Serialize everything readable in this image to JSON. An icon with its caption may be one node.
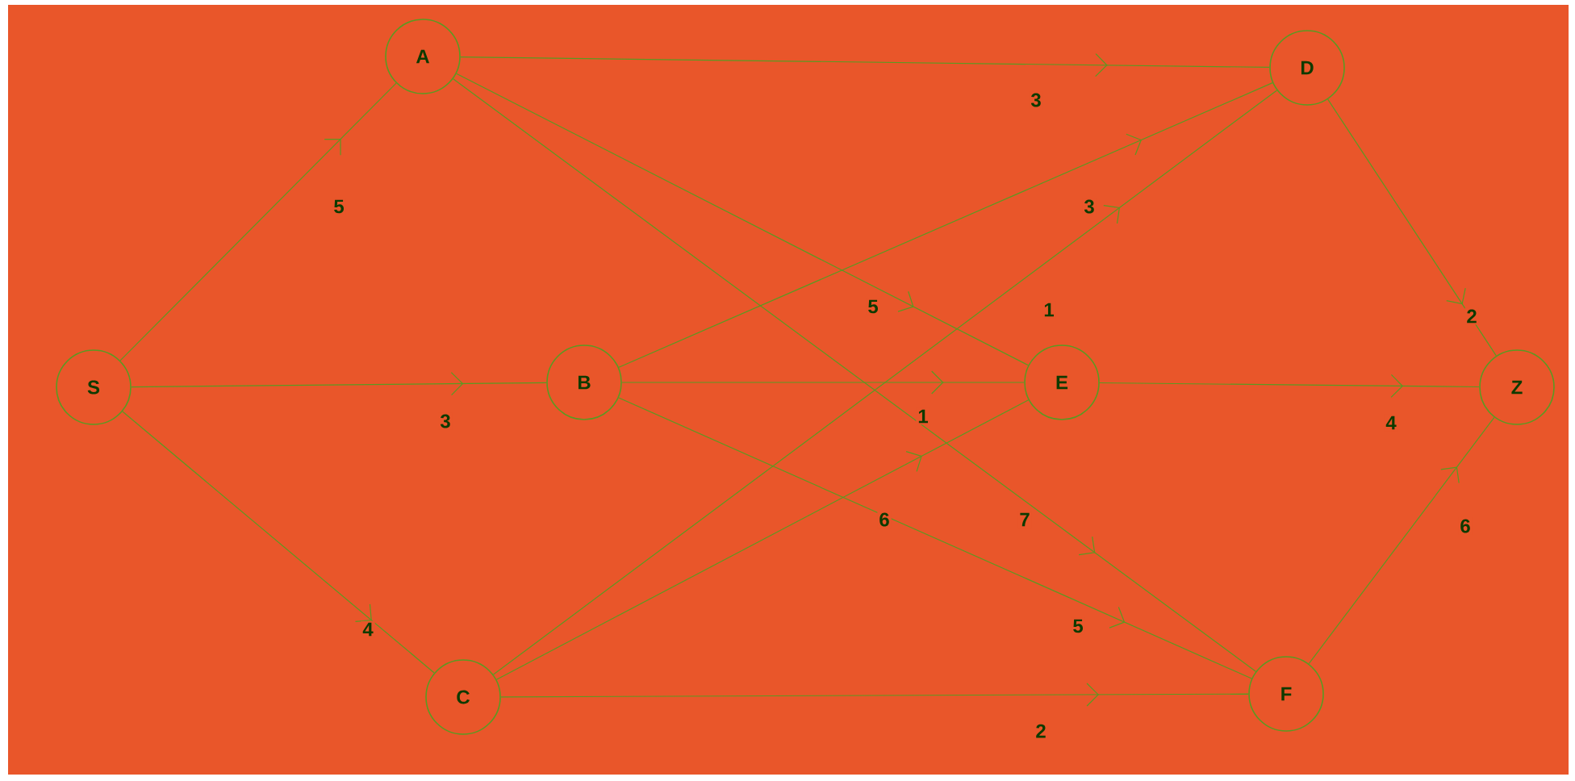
{
  "diagram": {
    "nodes": [
      {
        "text": [
          "S"
        ]
      },
      {
        "text": [
          "A"
        ]
      },
      {
        "text": [
          "B"
        ]
      },
      {
        "text": [
          "C"
        ]
      },
      {
        "text": [
          "D"
        ]
      },
      {
        "text": [
          "E"
        ]
      },
      {
        "text": [
          "F"
        ]
      },
      {
        "text": [
          "Z"
        ]
      }
    ],
    "edges": [
      {
        "from": 0,
        "to": 1,
        "arrow": "to",
        "label": "5"
      },
      {
        "from": 0,
        "to": 2,
        "arrow": "to",
        "label": "3"
      },
      {
        "from": 0,
        "to": 3,
        "arrow": "to",
        "label": "4"
      },
      {
        "from": 1,
        "to": 4,
        "arrow": "to",
        "label": "3"
      },
      {
        "from": 1,
        "to": 5,
        "arrow": "to",
        "label": "5"
      },
      {
        "from": 1,
        "to": 6,
        "arrow": "to",
        "label": "7"
      },
      {
        "from": 2,
        "to": 4,
        "arrow": "to"
      },
      {
        "from": 2,
        "to": 5,
        "arrow": "to",
        "label": "1"
      },
      {
        "from": 2,
        "to": 6,
        "arrow": "to",
        "label": "6"
      },
      {
        "from": 3,
        "to": 4,
        "arrow": "to",
        "label": "3"
      },
      {
        "from": 3,
        "to": 5,
        "arrow": "to",
        "label": "1"
      },
      {
        "from": 3,
        "to": 6,
        "arrow": "to",
        "label": "2"
      },
      {
        "from": 4,
        "to": 7,
        "arrow": "to",
        "label": "2"
      },
      {
        "from": 5,
        "to": 7,
        "arrow": "to",
        "label": "4"
      },
      {
        "from": 6,
        "to": 7,
        "arrow": "to",
        "label": "6"
      }
    ],
    "labels": [
      "5"
    ]
  }
}
